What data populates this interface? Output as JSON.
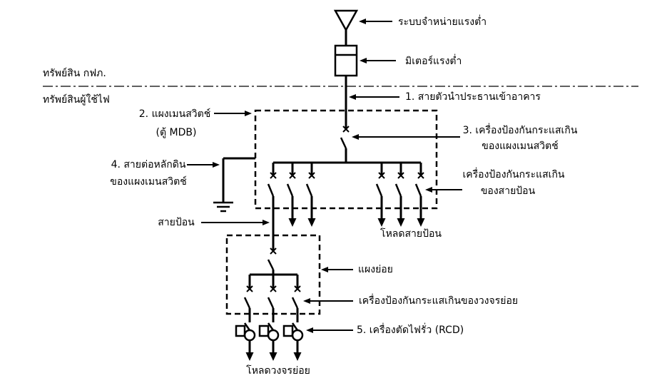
{
  "supply": {
    "lv_distribution_label": "ระบบจำหน่ายแรงต่ำ",
    "lv_meter_label": "มิเตอร์แรงต่ำ"
  },
  "ownership": {
    "utility_assets": "ทรัพย์สิน กฟภ.",
    "customer_assets": "ทรัพย์สินผู้ใช้ไฟ"
  },
  "main_panel": {
    "service_conductor": "1. สายตัวนำประธานเข้าอาคาร",
    "title": "2. แผงเมนสวิตช์",
    "subtitle": "(ตู้ MDB)",
    "main_ocpd": [
      "3. เครื่องป้องกันกระแสเกิน",
      "ของแผงเมนสวิตช์"
    ],
    "grounding": [
      "4. สายต่อหลักดิน",
      "ของแผงเมนสวิตช์"
    ],
    "feeder_ocpd": [
      "เครื่องป้องกันกระแสเกิน",
      "ของสายป้อน"
    ],
    "feeder": "สายป้อน",
    "feeder_load": "โหลดสายป้อน"
  },
  "sub_panel": {
    "title": "แผงย่อย",
    "branch_ocpd": "เครื่องป้องกันกระแสเกินของวงจรย่อย",
    "rcd": "5. เครื่องตัดไฟรั่ว (RCD)",
    "branch_load": "โหลดวงจรย่อย"
  }
}
